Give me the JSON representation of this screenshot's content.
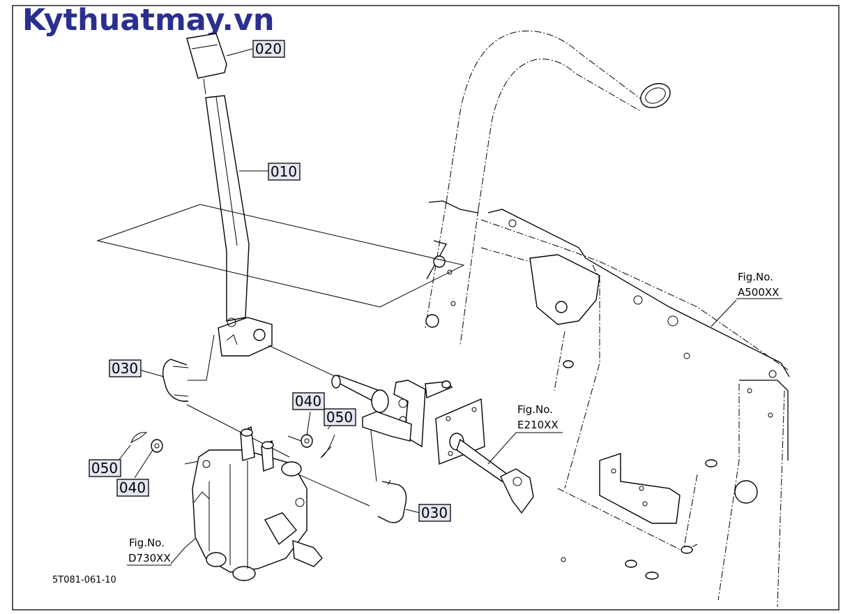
{
  "watermark": "Kythuatmay.vn",
  "drawing_code": "5T081-061-10",
  "part_labels": {
    "p020": "020",
    "p010": "010",
    "p030_left": "030",
    "p030_right": "030",
    "p040_upper": "040",
    "p050_upper": "050",
    "p050_lower": "050",
    "p040_lower": "040"
  },
  "fig_refs": {
    "a500": {
      "line1": "Fig.No.",
      "line2": "A500XX"
    },
    "e210": {
      "line1": "Fig.No.",
      "line2": "E210XX"
    },
    "d730": {
      "line1": "Fig.No.",
      "line2": "D730XX"
    }
  }
}
